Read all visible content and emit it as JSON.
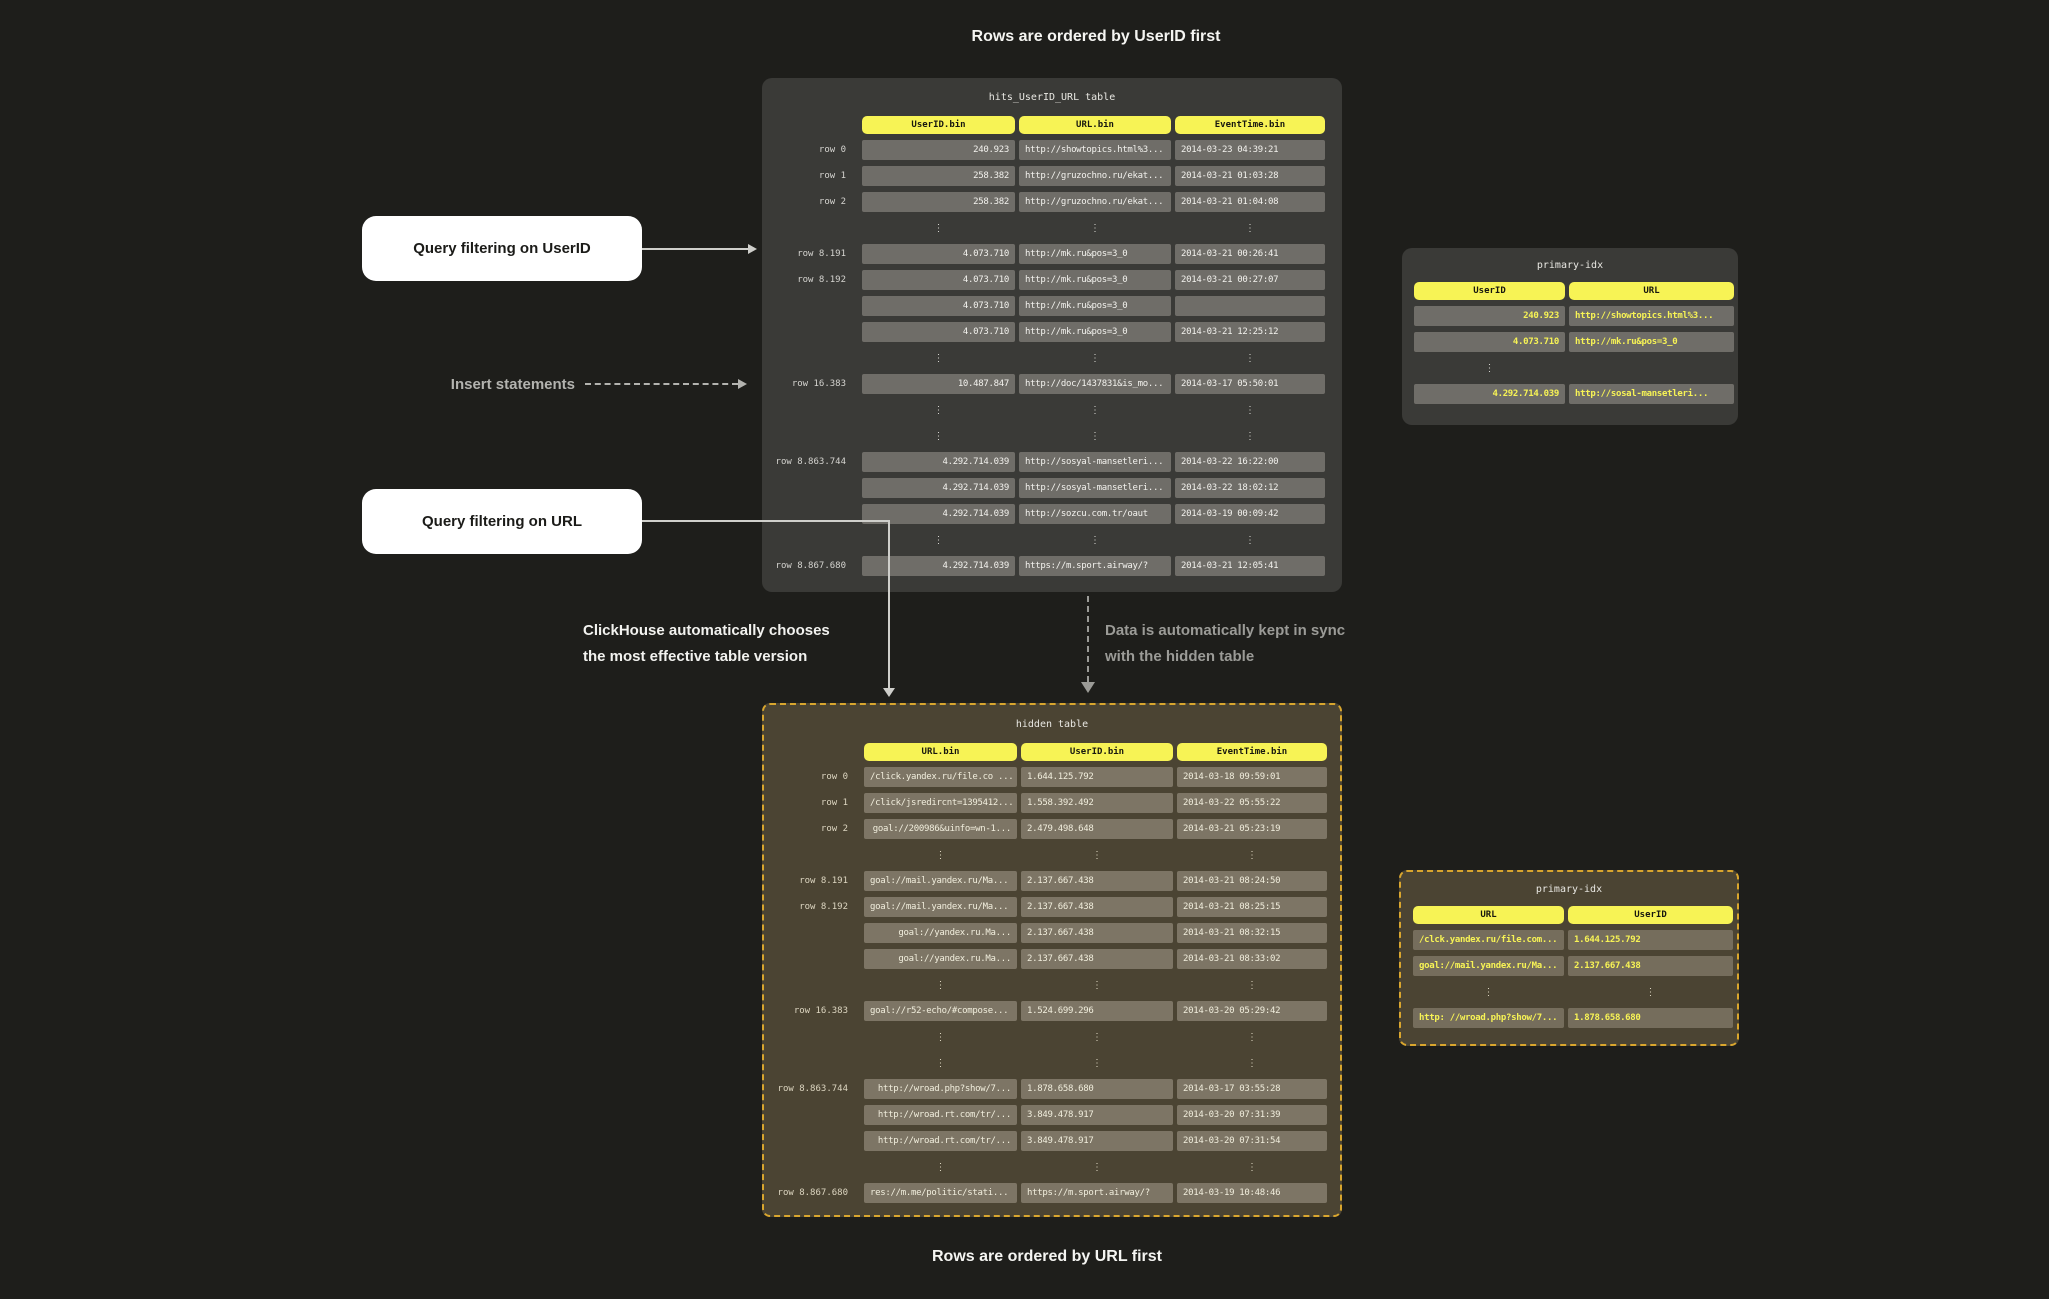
{
  "titles": {
    "top": "Rows are ordered by UserID first",
    "bottom": "Rows are ordered by URL first"
  },
  "annotations": {
    "query_userid": "Query filtering on UserID",
    "insert": "Insert statements",
    "query_url": "Query filtering on URL",
    "chooses_1": "ClickHouse automatically chooses",
    "chooses_2": "the most effective table version",
    "sync_1": "Data is automatically kept in sync",
    "sync_2": "with the hidden table"
  },
  "colors": {
    "background": "#1e1e1b",
    "panel_gray": "#3a3a37",
    "panel_olive": "#4b4433",
    "header_yellow": "#f7f355",
    "dashed_border_orange": "#d9a62e",
    "cell_gray": "#6f6d68",
    "cell_olive": "#7d7565"
  },
  "main_table": {
    "title": "hits_UserID_URL table",
    "headers": [
      "UserID.bin",
      "URL.bin",
      "EventTime.bin"
    ],
    "labels": true,
    "align": [
      "r",
      "l",
      "l"
    ],
    "rows": [
      {
        "label": "row 0",
        "cells": [
          "240.923",
          "http://showtopics.html%3...",
          "2014-03-23 04:39:21"
        ]
      },
      {
        "label": "row 1",
        "cells": [
          "258.382",
          "http://gruzochno.ru/ekat...",
          "2014-03-21 01:03:28"
        ]
      },
      {
        "label": "row 2",
        "cells": [
          "258.382",
          "http://gruzochno.ru/ekat...",
          "2014-03-21 01:04:08"
        ]
      },
      {
        "ellipsis": [
          1,
          1,
          1
        ]
      },
      {
        "label": "row 8.191",
        "cells": [
          "4.073.710",
          "http://mk.ru&pos=3_0",
          "2014-03-21 00:26:41"
        ]
      },
      {
        "label": "row 8.192",
        "cells": [
          "4.073.710",
          "http://mk.ru&pos=3_0",
          "2014-03-21 00:27:07"
        ]
      },
      {
        "label": "",
        "cells": [
          "4.073.710",
          "http://mk.ru&pos=3_0",
          ""
        ]
      },
      {
        "label": "",
        "cells": [
          "4.073.710",
          "http://mk.ru&pos=3_0",
          "2014-03-21 12:25:12"
        ]
      },
      {
        "ellipsis": [
          1,
          1,
          1
        ]
      },
      {
        "label": "row 16.383",
        "cells": [
          "10.487.847",
          "http://doc/1437831&is_mo...",
          "2014-03-17 05:50:01"
        ]
      },
      {
        "ellipsis": [
          1,
          1,
          1
        ]
      },
      {
        "ellipsis": [
          1,
          1,
          1
        ]
      },
      {
        "label": "row 8.863.744",
        "cells": [
          "4.292.714.039",
          "http://sosyal-mansetleri...",
          "2014-03-22 16:22:00"
        ]
      },
      {
        "label": "",
        "cells": [
          "4.292.714.039",
          "http://sosyal-mansetleri...",
          "2014-03-22 18:02:12"
        ]
      },
      {
        "label": "",
        "cells": [
          "4.292.714.039",
          "http://sozcu.com.tr/oaut",
          "2014-03-19 00:09:42"
        ]
      },
      {
        "ellipsis": [
          1,
          1,
          1
        ]
      },
      {
        "label": "row 8.867.680",
        "cells": [
          "4.292.714.039",
          "https://m.sport.airway/?",
          "2014-03-21 12:05:41"
        ]
      }
    ]
  },
  "main_index": {
    "title": "primary-idx",
    "headers": [
      "UserID",
      "URL"
    ],
    "labels": false,
    "align": [
      "r",
      "l"
    ],
    "rows": [
      {
        "cells": [
          "240.923",
          "http://showtopics.html%3..."
        ]
      },
      {
        "cells": [
          "4.073.710",
          "http://mk.ru&pos=3_0"
        ]
      },
      {
        "ellipsis": [
          1,
          0
        ]
      },
      {
        "cells": [
          "4.292.714.039",
          "http://sosal-mansetleri..."
        ]
      }
    ]
  },
  "hidden_table": {
    "title": "hidden table",
    "headers": [
      "URL.bin",
      "UserID.bin",
      "EventTime.bin"
    ],
    "labels": true,
    "align": [
      "l",
      "l",
      "l"
    ],
    "rows": [
      {
        "label": "row 0",
        "cells": [
          "/click.yandex.ru/file.co ...",
          "1.644.125.792",
          "2014-03-18 09:59:01"
        ]
      },
      {
        "label": "row 1",
        "cells": [
          "/click/jsredircnt=1395412...",
          "1.558.392.492",
          "2014-03-22 05:55:22"
        ]
      },
      {
        "label": "row 2",
        "cells": [
          "goal://200986&uinfo=wn-1...",
          "2.479.498.648",
          "2014-03-21 05:23:19"
        ],
        "align": [
          "r"
        ]
      },
      {
        "ellipsis": [
          1,
          1,
          1
        ]
      },
      {
        "label": "row 8.191",
        "cells": [
          "goal://mail.yandex.ru/Ma...",
          "2.137.667.438",
          "2014-03-21 08:24:50"
        ]
      },
      {
        "label": "row 8.192",
        "cells": [
          "goal://mail.yandex.ru/Ma...",
          "2.137.667.438",
          "2014-03-21 08:25:15"
        ]
      },
      {
        "label": "",
        "cells": [
          "goal://yandex.ru.Ma...",
          "2.137.667.438",
          "2014-03-21 08:32:15"
        ],
        "align": [
          "r"
        ]
      },
      {
        "label": "",
        "cells": [
          "goal://yandex.ru.Ma...",
          "2.137.667.438",
          "2014-03-21 08:33:02"
        ],
        "align": [
          "r"
        ]
      },
      {
        "ellipsis": [
          1,
          1,
          1
        ]
      },
      {
        "label": "row 16.383",
        "cells": [
          "goal://r52-echo/#compose...",
          "1.524.699.296",
          "2014-03-20 05:29:42"
        ]
      },
      {
        "ellipsis": [
          1,
          1,
          1
        ]
      },
      {
        "ellipsis": [
          1,
          1,
          1
        ]
      },
      {
        "label": "row 8.863.744",
        "cells": [
          "http://wroad.php?show/7...",
          "1.878.658.680",
          "2014-03-17 03:55:28"
        ],
        "align": [
          "r"
        ]
      },
      {
        "label": "",
        "cells": [
          "http://wroad.rt.com/tr/...",
          "3.849.478.917",
          "2014-03-20 07:31:39"
        ],
        "align": [
          "r"
        ]
      },
      {
        "label": "",
        "cells": [
          "http://wroad.rt.com/tr/...",
          "3.849.478.917",
          "2014-03-20 07:31:54"
        ],
        "align": [
          "r"
        ]
      },
      {
        "ellipsis": [
          1,
          1,
          1
        ]
      },
      {
        "label": "row 8.867.680",
        "cells": [
          "res://m.me/politic/stati...",
          "https://m.sport.airway/?",
          "2014-03-19 10:48:46"
        ]
      }
    ]
  },
  "hidden_index": {
    "title": "primary-idx",
    "headers": [
      "URL",
      "UserID"
    ],
    "labels": false,
    "align": [
      "l",
      "l"
    ],
    "rows": [
      {
        "cells": [
          "/clck.yandex.ru/file.com...",
          "1.644.125.792"
        ]
      },
      {
        "cells": [
          "goal://mail.yandex.ru/Ma...",
          "2.137.667.438"
        ]
      },
      {
        "ellipsis": [
          1,
          1
        ]
      },
      {
        "cells": [
          "http: //wroad.php?show/7...",
          "1.878.658.680"
        ]
      }
    ]
  }
}
